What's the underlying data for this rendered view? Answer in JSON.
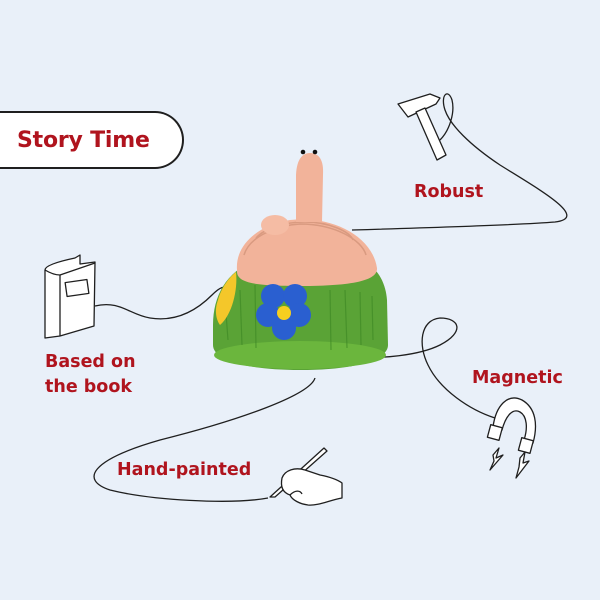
{
  "title": "Story Time",
  "features": [
    {
      "id": "robust",
      "label": "Robust",
      "icon": "hammer-icon"
    },
    {
      "id": "based-on-book",
      "label_line1": "Based on",
      "label_line2": "the book",
      "icon": "book-icon"
    },
    {
      "id": "magnetic",
      "label": "Magnetic",
      "icon": "magnet-icon"
    },
    {
      "id": "hand-painted",
      "label": "Hand-painted",
      "icon": "hand-with-brush-icon"
    }
  ],
  "product": {
    "name": "worm-on-grass-figurine"
  },
  "colors": {
    "background": "#e9f0f9",
    "accent_text": "#b0141e",
    "line": "#1f1f1f",
    "worm": "#f2b39a",
    "grass": "#5aa336",
    "flower": "#2a5fd0",
    "flower_center": "#f6cf1f",
    "yellow_leaf": "#f4c72a"
  }
}
